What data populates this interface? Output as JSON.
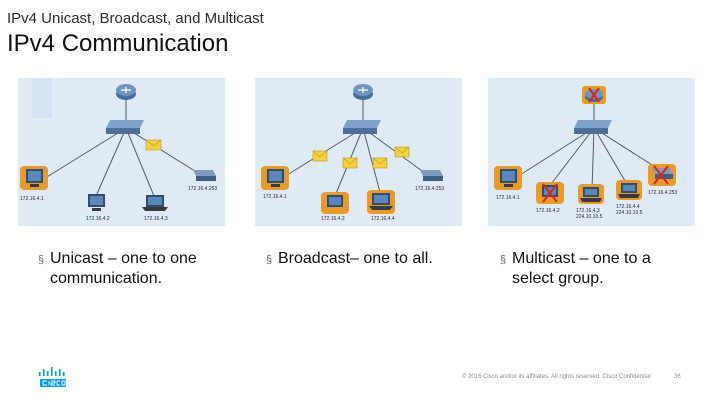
{
  "slide": {
    "subtitle": "IPv4 Unicast, Broadcast, and Multicast",
    "title": "IPv4 Communication"
  },
  "diagrams": [
    {
      "labels": {
        "host1": "172.16.4.1",
        "host2": "172.16.4.2",
        "host3": "172.16.4.3",
        "server": "172.16.4.253"
      }
    },
    {
      "labels": {
        "host1": "172.16.4.1",
        "host2": "172.16.4.2",
        "host3": "172.16.4.4",
        "server": "172.16.4.253"
      }
    },
    {
      "labels": {
        "host1": "172.16.4.1",
        "host2": "172.16.4.2",
        "host3a": "172.16.4.3",
        "host3b": "224.10.10.5",
        "host4a": "172.16.4.4",
        "host4b": "224.10.10.5",
        "server": "172.16.4.253"
      }
    }
  ],
  "bullets": [
    {
      "marker": "§",
      "text": "Unicast – one to one communication."
    },
    {
      "marker": "§",
      "text": "Broadcast– one to all."
    },
    {
      "marker": "§",
      "text": "Multicast – one to a select group."
    }
  ],
  "footer": {
    "copyright": "© 2016 Cisco and/or its affiliates. All rights reserved. Cisco Confidential",
    "page_number": "36"
  },
  "colors": {
    "brand_blue": "#049fd9",
    "diagram_bg": "#dfeaf5",
    "packet_yellow": "#f4d03f",
    "highlight_orange": "#e89a2c",
    "deny_red": "#d9261c"
  }
}
